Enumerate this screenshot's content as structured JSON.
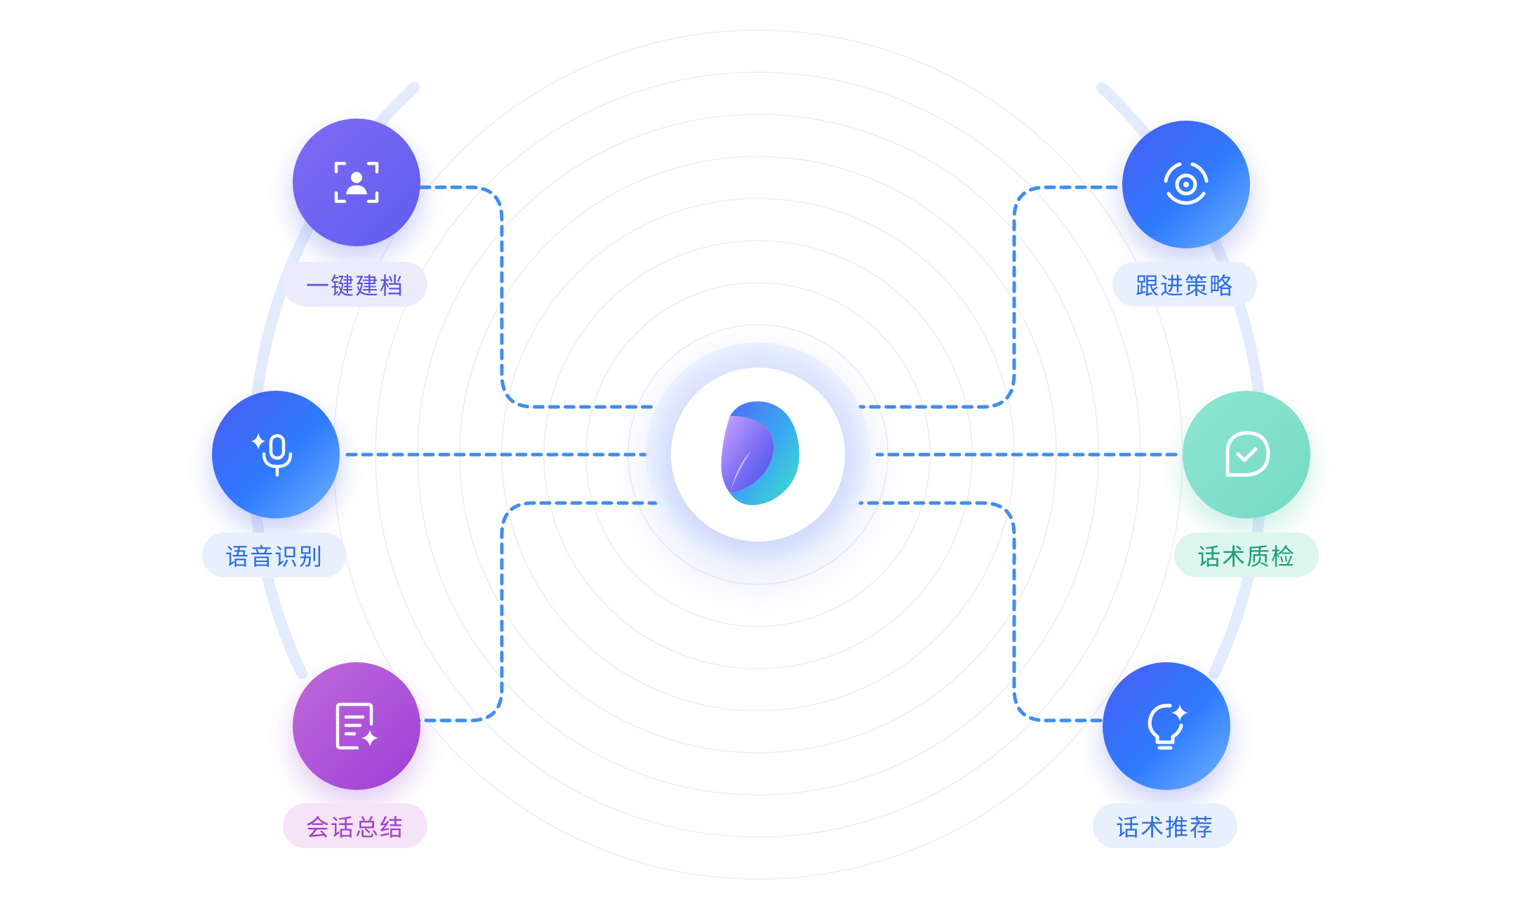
{
  "center": {
    "logo": "app-logo"
  },
  "features": [
    {
      "id": "one-click-profile",
      "label": "一键建档",
      "icon": "user-scan-icon",
      "color": "#6b63f2"
    },
    {
      "id": "speech-recognition",
      "label": "语音识别",
      "icon": "sparkle-mic-icon",
      "color": "#3a6ff5"
    },
    {
      "id": "conversation-summary",
      "label": "会话总结",
      "icon": "doc-sparkle-icon",
      "color": "#b052d8"
    },
    {
      "id": "follow-up-strategy",
      "label": "跟进策略",
      "icon": "target-icon",
      "color": "#3a6ff5"
    },
    {
      "id": "script-qa",
      "label": "话术质检",
      "icon": "chat-check-icon",
      "color": "#7ddcc5"
    },
    {
      "id": "script-recommendation",
      "label": "话术推荐",
      "icon": "bulb-sparkle-icon",
      "color": "#3a6ff5"
    }
  ],
  "connector_color": "#3d8ef0"
}
